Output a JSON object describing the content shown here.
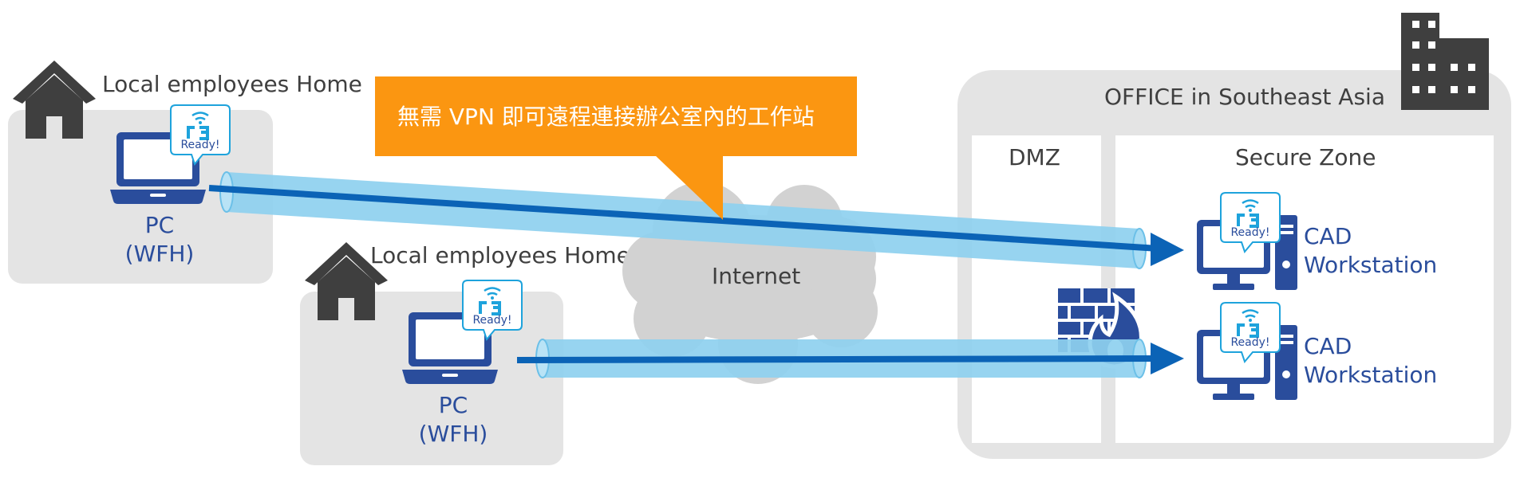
{
  "homes": [
    {
      "title": "Local employees Home",
      "pc_line1": "PC",
      "pc_line2": "(WFH)",
      "badge": "Ready!"
    },
    {
      "title": "Local employees Home",
      "pc_line1": "PC",
      "pc_line2": "(WFH)",
      "badge": "Ready!"
    }
  ],
  "callout": {
    "text": "無需 VPN 即可遠程連接辦公室內的工作站"
  },
  "internet": {
    "label": "Internet"
  },
  "office": {
    "title": "OFFICE in Southeast Asia",
    "dmz_label": "DMZ",
    "secure_label": "Secure Zone",
    "workstations": [
      {
        "line1": "CAD",
        "line2": "Workstation",
        "badge": "Ready!"
      },
      {
        "line1": "CAD",
        "line2": "Workstation",
        "badge": "Ready!"
      }
    ]
  },
  "colors": {
    "brand_blue": "#2a4d9c",
    "tunnel_fill": "#8ed0ef",
    "tunnel_line": "#0b63b6",
    "callout_orange": "#fb9611",
    "panel_grey": "#e4e4e4",
    "badge_cyan": "#1ea3dc",
    "dark_grey": "#3f3f3f"
  }
}
